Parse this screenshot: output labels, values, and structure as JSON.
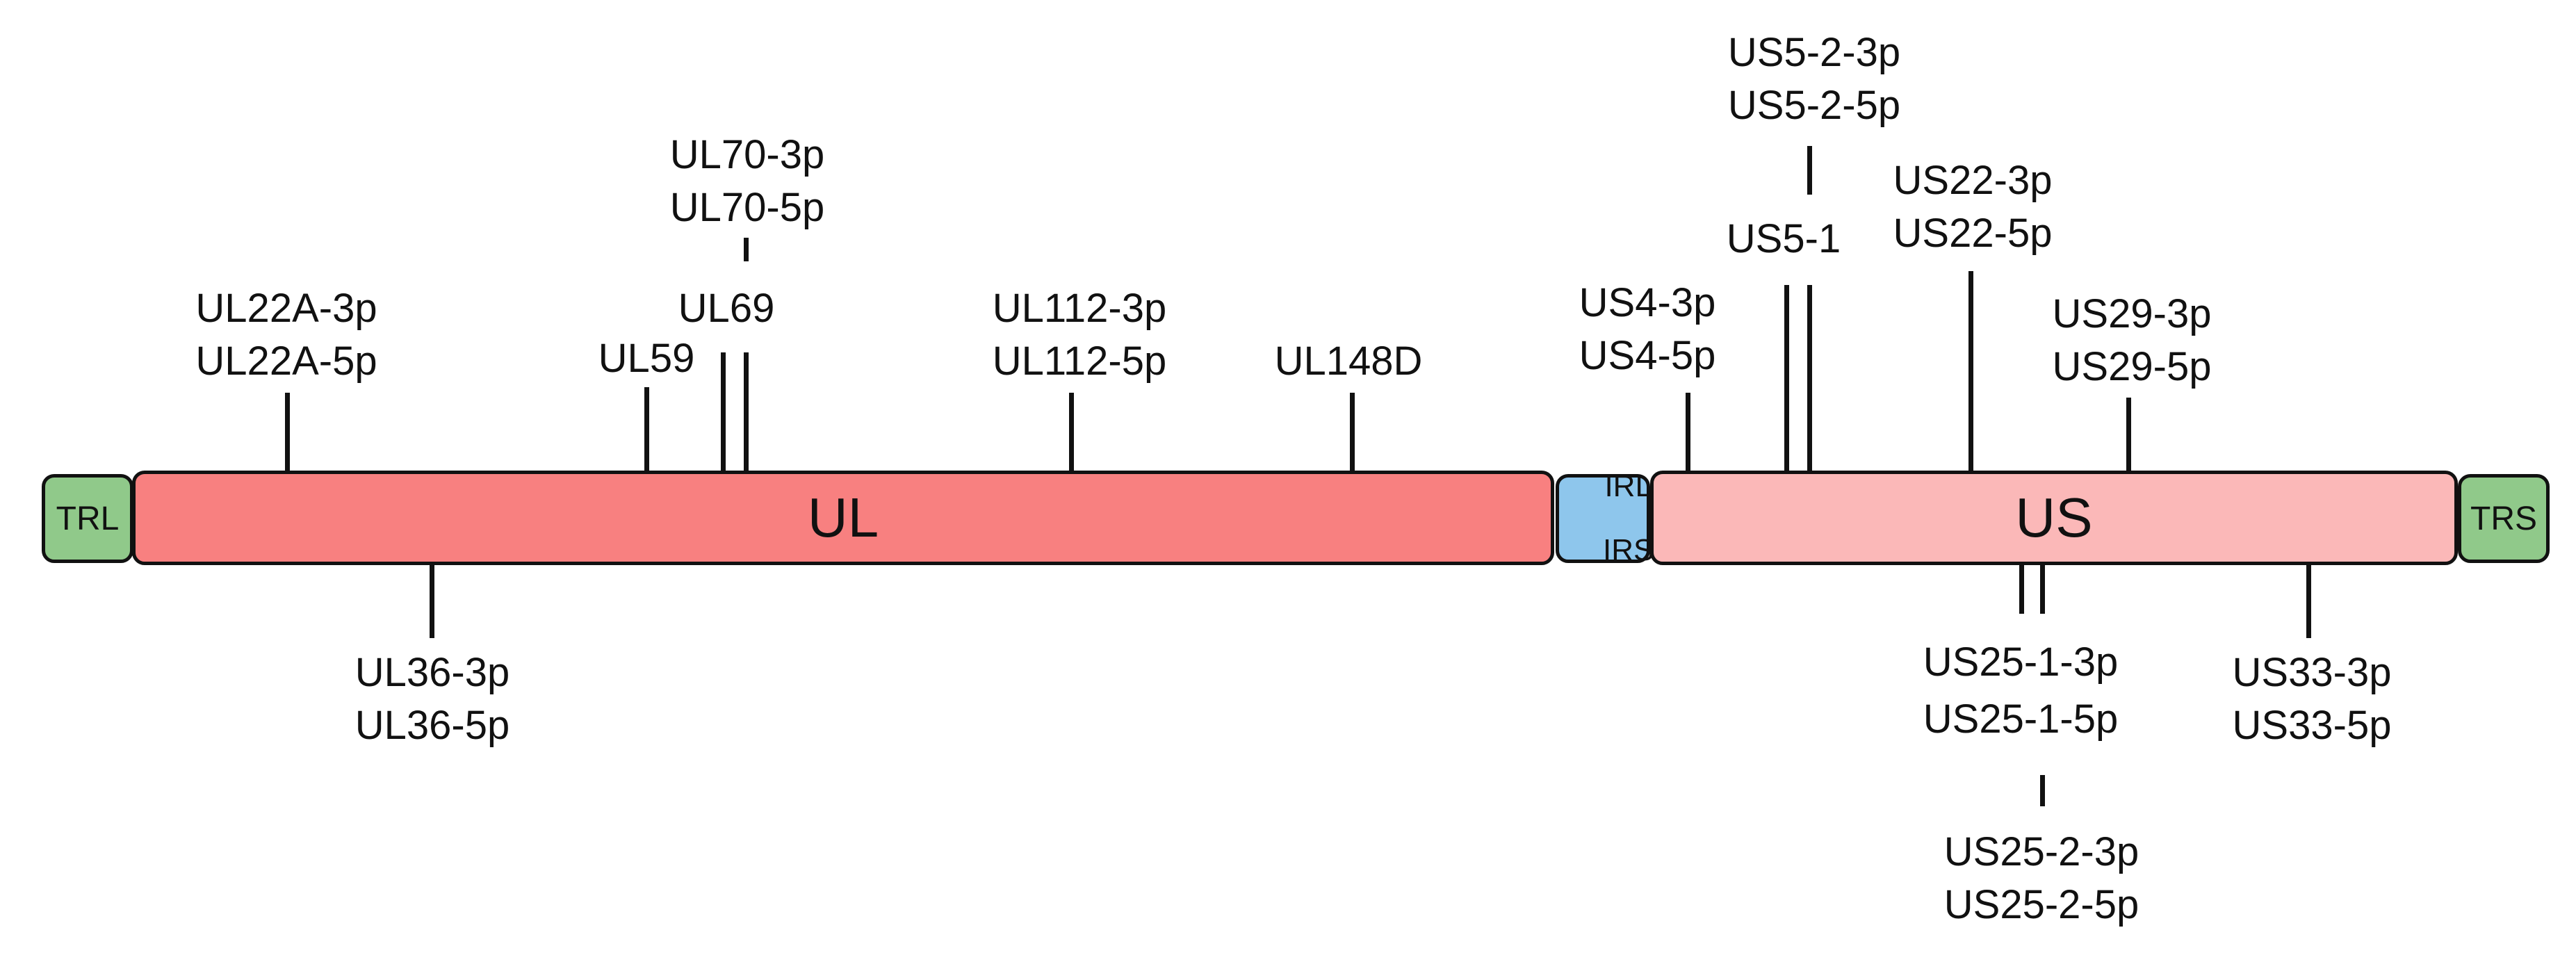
{
  "segments": {
    "trl": "TRL",
    "ul": "UL",
    "irl_irs": [
      "IRL",
      "IRS"
    ],
    "us": "US",
    "trs": "TRS"
  },
  "colors": {
    "terminal_repeat": "#90c98a",
    "ul_region": "#f88080",
    "internal_repeat": "#8ec6ec",
    "us_region": "#fbb8b8",
    "outline": "#111111"
  },
  "mirnas_above": [
    {
      "id": "ul22a",
      "lines": [
        "UL22A-3p",
        "UL22A-5p"
      ]
    },
    {
      "id": "ul59",
      "lines": [
        "UL59"
      ]
    },
    {
      "id": "ul69",
      "lines": [
        "UL69"
      ]
    },
    {
      "id": "ul70",
      "lines": [
        "UL70-3p",
        "UL70-5p"
      ]
    },
    {
      "id": "ul112",
      "lines": [
        "UL112-3p",
        "UL112-5p"
      ]
    },
    {
      "id": "ul148d",
      "lines": [
        "UL148D"
      ]
    },
    {
      "id": "us4",
      "lines": [
        "US4-3p",
        "US4-5p"
      ]
    },
    {
      "id": "us5-1",
      "lines": [
        "US5-1"
      ]
    },
    {
      "id": "us5-2",
      "lines": [
        "US5-2-3p",
        "US5-2-5p"
      ]
    },
    {
      "id": "us22",
      "lines": [
        "US22-3p",
        "US22-5p"
      ]
    },
    {
      "id": "us29",
      "lines": [
        "US29-3p",
        "US29-5p"
      ]
    }
  ],
  "mirnas_below": [
    {
      "id": "ul36",
      "lines": [
        "UL36-3p",
        "UL36-5p"
      ]
    },
    {
      "id": "us25-1",
      "lines": [
        "US25-1-3p",
        "US25-1-5p"
      ]
    },
    {
      "id": "us25-2",
      "lines": [
        "US25-2-3p",
        "US25-2-5p"
      ]
    },
    {
      "id": "us33",
      "lines": [
        "US33-3p",
        "US33-5p"
      ]
    }
  ]
}
